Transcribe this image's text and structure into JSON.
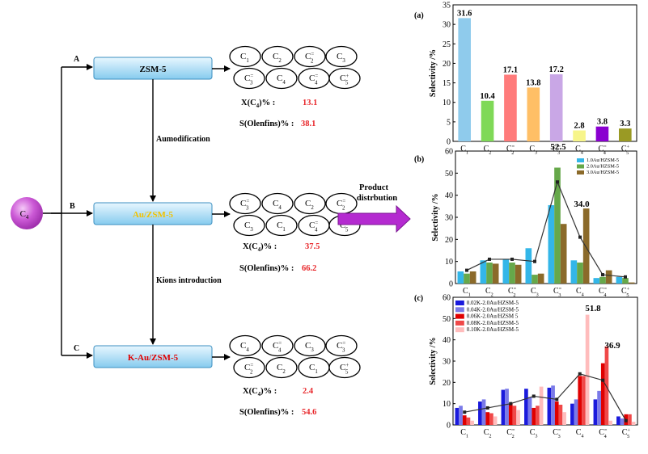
{
  "feed": {
    "label": "C",
    "sub": "4"
  },
  "routes": [
    {
      "letter": "A",
      "catalyst": "ZSM-5",
      "cat_color": "#000000",
      "products": [
        [
          {
            "b": "C",
            "s": "1"
          },
          {
            "b": "C",
            "s": "2"
          },
          {
            "b": "C",
            "s": "2",
            "sup": "="
          },
          {
            "b": "C",
            "s": "3"
          }
        ],
        [
          {
            "b": "C",
            "s": "3",
            "sup": "="
          },
          {
            "b": "C",
            "s": "4"
          },
          {
            "b": "C",
            "s": "4",
            "sup": "="
          },
          {
            "b": "C",
            "s": "5",
            "sup": "+"
          }
        ]
      ],
      "conv_label": "X(C4)%",
      "conv_value": "13.1",
      "sel_label": "S(Olenfins)%",
      "sel_value": "38.1"
    },
    {
      "letter": "B",
      "catalyst": "Au/ZSM-5",
      "cat_color": "#f2c200",
      "products": [
        [
          {
            "b": "C",
            "s": "3",
            "sup": "="
          },
          {
            "b": "C",
            "s": "4"
          },
          {
            "b": "C",
            "s": "2"
          },
          {
            "b": "C",
            "s": "2",
            "sup": "="
          }
        ],
        [
          {
            "b": "C",
            "s": "3"
          },
          {
            "b": "C",
            "s": "1"
          },
          {
            "b": "C",
            "s": "4",
            "sup": "="
          },
          {
            "b": "C",
            "s": "5",
            "sup": "+"
          }
        ]
      ],
      "conv_label": "X(C4)%",
      "conv_value": "37.5",
      "sel_label": "S(Olenfins)%",
      "sel_value": "66.2"
    },
    {
      "letter": "C",
      "catalyst": "K-Au/ZSM-5",
      "cat_color": "#e00000",
      "products": [
        [
          {
            "b": "C",
            "s": "4"
          },
          {
            "b": "C",
            "s": "4",
            "sup": "="
          },
          {
            "b": "C",
            "s": "3"
          },
          {
            "b": "C",
            "s": "3",
            "sup": "="
          }
        ],
        [
          {
            "b": "C",
            "s": "2",
            "sup": "="
          },
          {
            "b": "C",
            "s": "2"
          },
          {
            "b": "C",
            "s": "1"
          },
          {
            "b": "C",
            "s": "5",
            "sup": "+"
          }
        ]
      ],
      "conv_label": "X(C4)%",
      "conv_value": "2.4",
      "sel_label": "S(Olenfins)%",
      "sel_value": "54.6"
    }
  ],
  "step_labels": [
    "Aumodification",
    "Kions introduction"
  ],
  "product_label": [
    "Product",
    "distrbution"
  ],
  "colors": {
    "value_red": "#e8262a",
    "box_fill_top": "#e6f6ff",
    "box_fill_bottom": "#8fd0ef",
    "box_border": "#3b8fc0",
    "ball": "#c24fd0",
    "big_arrow": "#a020c0"
  },
  "chart_data": [
    {
      "type": "bar",
      "panel": "(a)",
      "ylabel": "Selectivity /%",
      "ylim": [
        0,
        35
      ],
      "yticks": [
        0,
        5,
        10,
        15,
        20,
        25,
        30,
        35
      ],
      "categories": [
        {
          "b": "C",
          "s": "1"
        },
        {
          "b": "C",
          "s": "2"
        },
        {
          "b": "C",
          "s": "2",
          "sup": "="
        },
        {
          "b": "C",
          "s": "3"
        },
        {
          "b": "C",
          "s": "3",
          "sup": "="
        },
        {
          "b": "C",
          "s": "4"
        },
        {
          "b": "C",
          "s": "4",
          "sup": "="
        },
        {
          "b": "C",
          "s": "5",
          "sup": "+"
        }
      ],
      "values": [
        31.6,
        10.4,
        17.1,
        13.8,
        17.2,
        2.8,
        3.8,
        3.3
      ],
      "value_labels": [
        "31.6",
        "10.4",
        "17.1",
        "13.8",
        "17.2",
        "2.8",
        "3.8",
        "3.3"
      ],
      "bar_colors": [
        "#8fcbec",
        "#7fd957",
        "#ff7b7b",
        "#ffbf66",
        "#c9a7e6",
        "#f7f58a",
        "#8a00d0",
        "#9a9a24"
      ]
    },
    {
      "type": "bar",
      "panel": "(b)",
      "ylabel": "Selectivity /%",
      "ylim": [
        0,
        60
      ],
      "yticks": [
        0,
        10,
        20,
        30,
        40,
        50,
        60
      ],
      "categories": [
        {
          "b": "C",
          "s": "1"
        },
        {
          "b": "C",
          "s": "2"
        },
        {
          "b": "C",
          "s": "2",
          "sup": "="
        },
        {
          "b": "C",
          "s": "3"
        },
        {
          "b": "C",
          "s": "3",
          "sup": "="
        },
        {
          "b": "C",
          "s": "4"
        },
        {
          "b": "C",
          "s": "4",
          "sup": "="
        },
        {
          "b": "C",
          "s": "5",
          "sup": "+"
        }
      ],
      "series": [
        {
          "name": "1.0Au/HZSM-5",
          "color": "#33b6e8",
          "values": [
            5.5,
            10.5,
            11,
            16,
            35.5,
            10.5,
            2.5,
            3
          ]
        },
        {
          "name": "2.0Au/HZSM-5",
          "color": "#66a84a",
          "values": [
            4.5,
            9.5,
            9.5,
            4,
            52.5,
            9.5,
            3,
            2.5
          ]
        },
        {
          "name": "3.0Au/HZSM-5",
          "color": "#8b6a2a",
          "values": [
            5.5,
            9,
            8.5,
            4.5,
            27,
            34,
            6,
            0.5
          ]
        }
      ],
      "line": {
        "values": [
          6,
          11,
          11,
          10,
          46,
          21,
          4,
          3
        ],
        "color": "#333333"
      },
      "annotations": [
        "52.5",
        "34.0"
      ]
    },
    {
      "type": "bar",
      "panel": "(c)",
      "ylabel": "Selectivity /%",
      "ylim": [
        0,
        60
      ],
      "yticks": [
        0,
        10,
        20,
        30,
        40,
        50,
        60
      ],
      "categories": [
        {
          "b": "C",
          "s": "1"
        },
        {
          "b": "C",
          "s": "2"
        },
        {
          "b": "C",
          "s": "2",
          "sup": "="
        },
        {
          "b": "C",
          "s": "3"
        },
        {
          "b": "C",
          "s": "3",
          "sup": "="
        },
        {
          "b": "C",
          "s": "4"
        },
        {
          "b": "C",
          "s": "4",
          "sup": "="
        },
        {
          "b": "C",
          "s": "5",
          "sup": "+"
        }
      ],
      "series": [
        {
          "name": "0.02K-2.0Au/HZSM-5",
          "color": "#1a1adc",
          "values": [
            8,
            11,
            16.5,
            17,
            17.5,
            10,
            12,
            4
          ]
        },
        {
          "name": "0.04K-2.0Au/HZSM-5",
          "color": "#7a7ae8",
          "values": [
            9,
            12,
            17,
            13,
            18.5,
            12,
            16,
            3
          ]
        },
        {
          "name": "0.06K-2.0Au/HZSM 5",
          "color": "#e00000",
          "values": [
            4.5,
            6,
            10,
            8,
            11,
            23,
            29,
            5
          ]
        },
        {
          "name": "0.08K-2.0Au/HZSM-5",
          "color": "#f04848",
          "values": [
            3.5,
            5.5,
            9,
            9,
            9.5,
            23,
            36.9,
            5
          ]
        },
        {
          "name": "0.10K-2.0Au/HZSM-5",
          "color": "#ffbcbc",
          "values": [
            2,
            4,
            7,
            18,
            6,
            51.8,
            2,
            1.5
          ]
        }
      ],
      "line": {
        "values": [
          6,
          8,
          10,
          13.5,
          12,
          24,
          21,
          2
        ],
        "color": "#333333"
      },
      "annotations": [
        "51.8",
        "36.9"
      ]
    }
  ]
}
